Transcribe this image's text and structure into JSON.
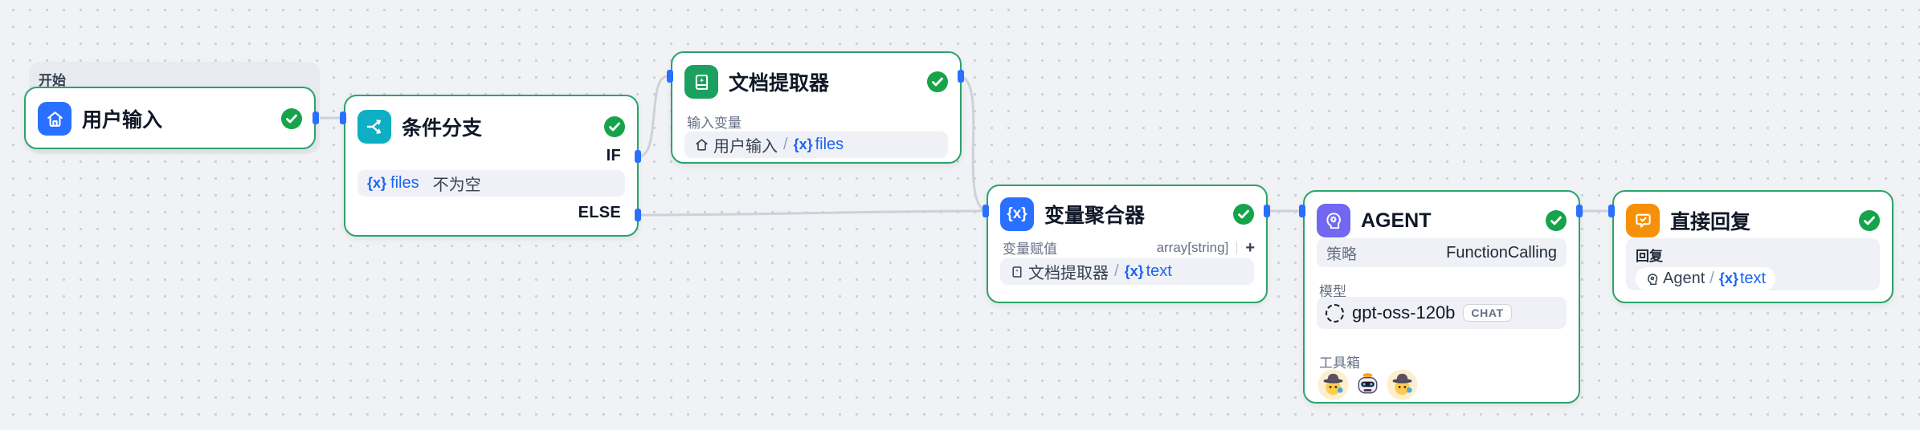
{
  "canvas": {
    "background": "#F0F2F5",
    "dot_color": "#C9CFD9",
    "edge_color": "#CDD2DA",
    "handle_color": "#2970FF"
  },
  "colors": {
    "node_border_green": "#2BA36B",
    "check_green": "#16A34A",
    "variable_blue": "#1C64F2",
    "user_input_icon": "#2970FF",
    "condition_icon": "#0EAEC4",
    "doc_extractor_icon": "#1BA05F",
    "aggregator_icon": "#2970FF",
    "agent_icon": "#7167F0",
    "direct_reply_icon": "#F79009"
  },
  "start_group": {
    "label": "开始"
  },
  "nodes": {
    "user_input": {
      "title": "用户输入",
      "icon": "home-icon",
      "status_icon": "check-icon"
    },
    "condition": {
      "title": "条件分支",
      "icon": "branch-icon",
      "status_icon": "check-icon",
      "if_label": "IF",
      "else_label": "ELSE",
      "case": {
        "var_prefix": "{x}",
        "var_name": "files",
        "operator": "不为空"
      }
    },
    "doc_extractor": {
      "title": "文档提取器",
      "icon": "document-extract-icon",
      "status_icon": "check-icon",
      "section_label": "输入变量",
      "variable": {
        "source_icon": "home-icon",
        "source": "用户输入",
        "separator": "/",
        "var_prefix": "{x}",
        "var_name": "files"
      }
    },
    "aggregator": {
      "title": "变量聚合器",
      "icon": "variable-icon",
      "icon_glyph": "{x}",
      "status_icon": "check-icon",
      "section_label": "变量赋值",
      "type_label": "array[string]",
      "add_label": "+",
      "variable": {
        "source_icon": "document-icon",
        "source": "文档提取器",
        "separator": "/",
        "var_prefix": "{x}",
        "var_name": "text"
      }
    },
    "agent": {
      "title": "AGENT",
      "icon": "agent-head-icon",
      "status_icon": "check-icon",
      "strategy_label": "策略",
      "strategy_value": "FunctionCalling",
      "model_label": "模型",
      "model_provider_icon": "openai-logo-icon",
      "model_name": "gpt-oss-120b",
      "model_badge": "CHAT",
      "toolbox_label": "工具箱",
      "tools": [
        {
          "icon": "detective-tool-icon"
        },
        {
          "icon": "robot-tool-icon"
        },
        {
          "icon": "detective-tool-icon"
        }
      ]
    },
    "direct_reply": {
      "title": "直接回复",
      "icon": "reply-bubble-icon",
      "status_icon": "check-icon",
      "section_label": "回复",
      "variable": {
        "source_icon": "agent-head-icon",
        "source": "Agent",
        "separator": "/",
        "var_prefix": "{x}",
        "var_name": "text"
      }
    }
  }
}
